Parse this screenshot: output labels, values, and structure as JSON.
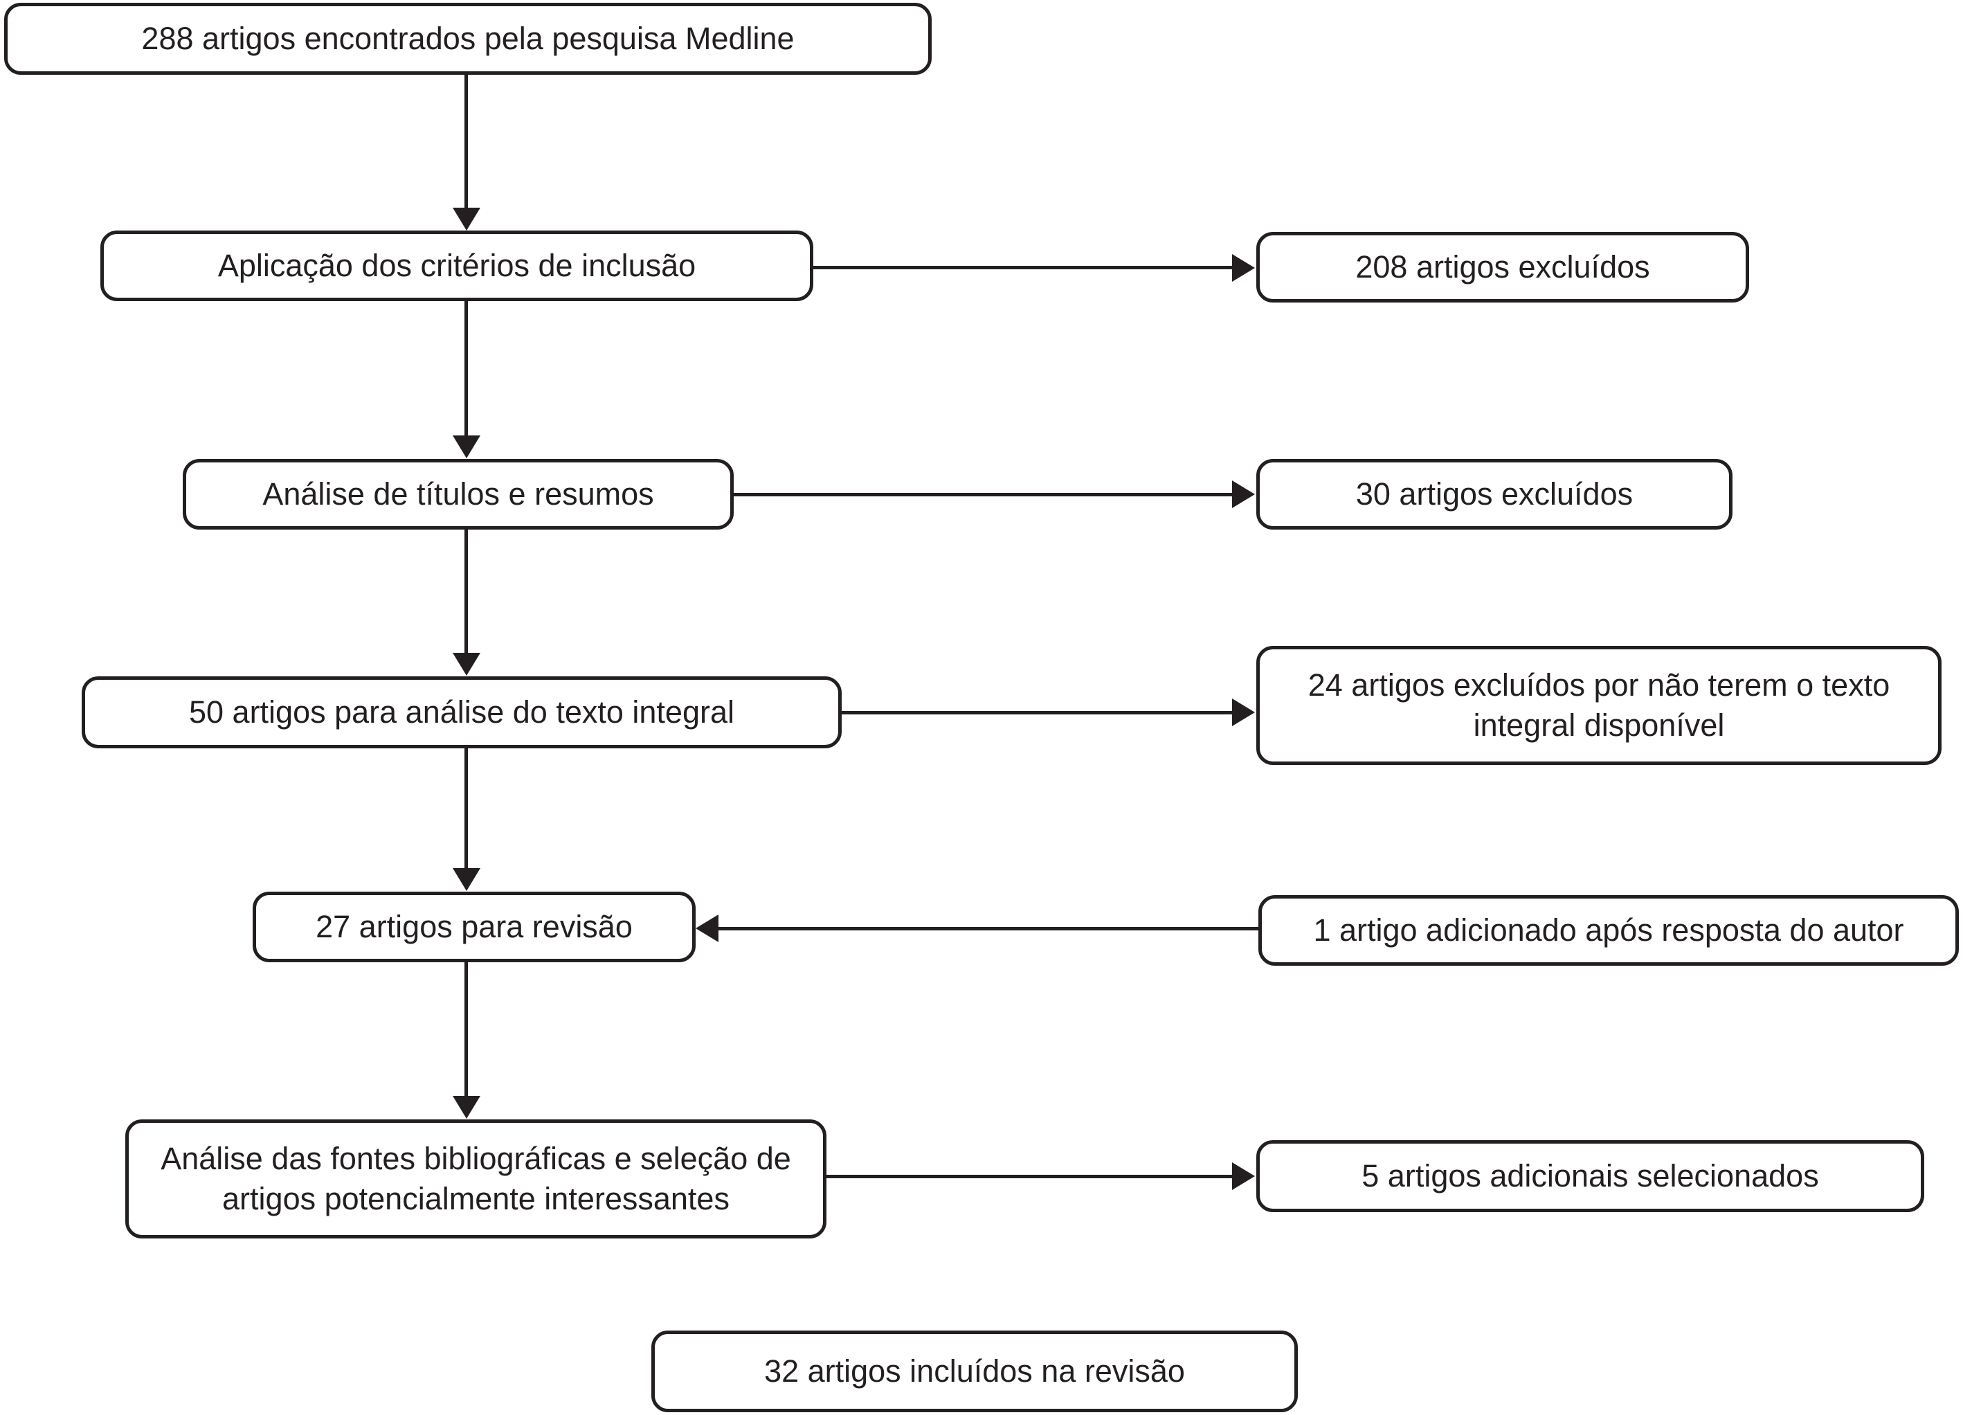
{
  "diagram": {
    "background_color": "#ffffff",
    "ink_color": "#231f20",
    "nodes": {
      "medline_search": {
        "label": "288 artigos encontrados pela pesquisa Medline"
      },
      "inclusion_criteria": {
        "label": "Aplicação dos critérios de inclusão"
      },
      "excluded_208": {
        "label": "208 artigos excluídos"
      },
      "titles_abstracts": {
        "label": "Análise de títulos e resumos"
      },
      "excluded_30": {
        "label": "30 artigos excluídos"
      },
      "fulltext_analysis": {
        "label": "50 artigos para análise do texto integral"
      },
      "excluded_24": {
        "label": "24 artigos excluídos por não terem o texto\nintegral disponível"
      },
      "review_27": {
        "label": "27 artigos para revisão"
      },
      "added_1": {
        "label": "1 artigo adicionado após resposta do autor"
      },
      "bibliographic_analysis": {
        "label": "Análise das fontes bibliográficas e seleção de\nartigos potencialmente interessantes"
      },
      "additional_5": {
        "label": "5 artigos adicionais selecionados"
      },
      "included_32": {
        "label": "32 artigos incluídos na revisão"
      }
    },
    "edges": [
      {
        "from": "medline_search",
        "to": "inclusion_criteria",
        "direction": "down"
      },
      {
        "from": "inclusion_criteria",
        "to": "excluded_208",
        "direction": "right"
      },
      {
        "from": "inclusion_criteria",
        "to": "titles_abstracts",
        "direction": "down"
      },
      {
        "from": "titles_abstracts",
        "to": "excluded_30",
        "direction": "right"
      },
      {
        "from": "titles_abstracts",
        "to": "fulltext_analysis",
        "direction": "down"
      },
      {
        "from": "fulltext_analysis",
        "to": "excluded_24",
        "direction": "right"
      },
      {
        "from": "fulltext_analysis",
        "to": "review_27",
        "direction": "down"
      },
      {
        "from": "added_1",
        "to": "review_27",
        "direction": "left"
      },
      {
        "from": "review_27",
        "to": "bibliographic_analysis",
        "direction": "down"
      },
      {
        "from": "bibliographic_analysis",
        "to": "additional_5",
        "direction": "right"
      }
    ]
  }
}
